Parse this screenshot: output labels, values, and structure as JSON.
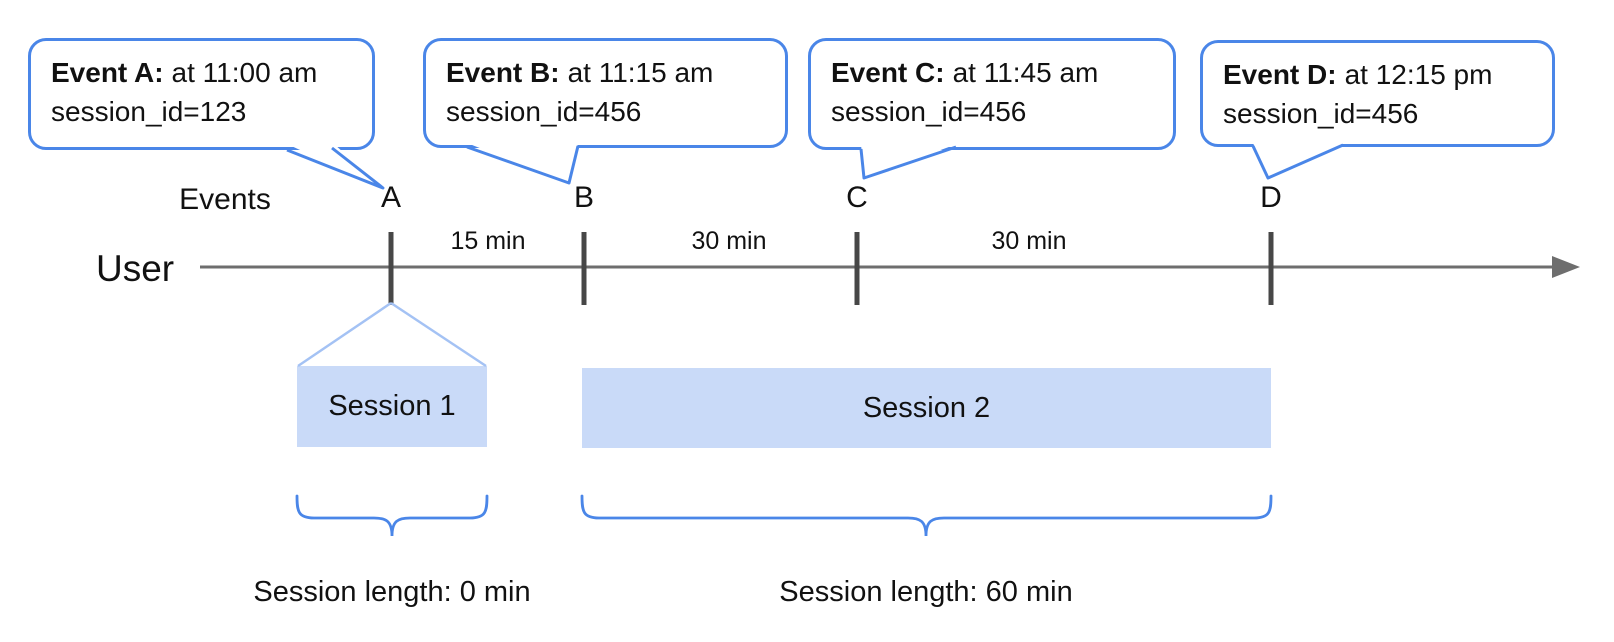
{
  "diagram": {
    "events_axis_label": "Events",
    "user_label": "User",
    "event_markers": [
      "A",
      "B",
      "C",
      "D"
    ],
    "intervals": [
      "15 min",
      "30 min",
      "30 min"
    ],
    "bubbles": [
      {
        "title": "Event A:",
        "time": "at 11:00 am",
        "session_id": "session_id=123"
      },
      {
        "title": "Event B:",
        "time": "at 11:15 am",
        "session_id": "session_id=456"
      },
      {
        "title": "Event C:",
        "time": "at 11:45 am",
        "session_id": "session_id=456"
      },
      {
        "title": "Event D:",
        "time": "at 12:15 pm",
        "session_id": "session_id=456"
      }
    ],
    "sessions": [
      {
        "label": "Session 1",
        "length_label": "Session length: 0 min"
      },
      {
        "label": "Session 2",
        "length_label": "Session length: 60 min"
      }
    ],
    "colors": {
      "accent_blue": "#4a86e8",
      "session_fill": "#c9daf8",
      "funnel_line": "#a4c2f4",
      "timeline_gray": "#6e6e6e",
      "tick_gray": "#474747",
      "text": "#111111"
    }
  }
}
